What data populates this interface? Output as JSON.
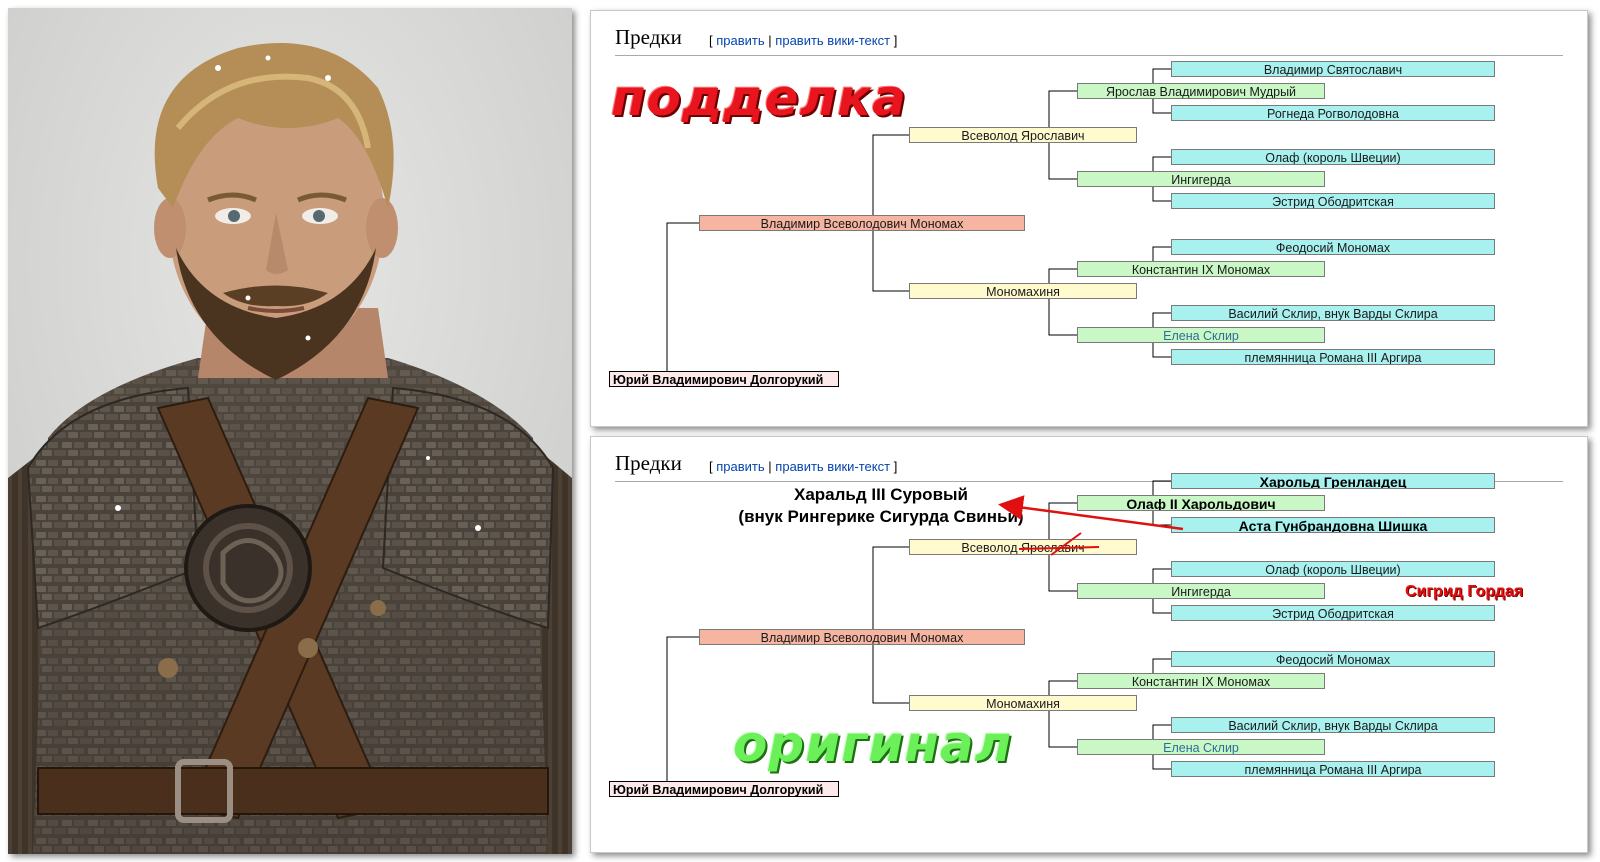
{
  "top_panel": {
    "title": "Предки",
    "edit_open": "[",
    "edit_link": "править",
    "edit_sep": "|",
    "edit_wiki": "править вики-текст",
    "edit_close": "]",
    "stamp": "подделка",
    "people": {
      "subject": "Юрий Владимирович Долгорукий",
      "father": "Владимир Всеволодович Мономах",
      "gf1": "Всеволод Ярославич",
      "gf2": "Мономахиня",
      "ggf1": "Ярослав Владимирович Мудрый",
      "ggf2": "Ингигерда",
      "ggf3": "Константин IX Мономах",
      "ggf4": "Елена Склир",
      "g1": "Владимир Святославич",
      "g2": "Рогнеда Рогволодовна",
      "g3": "Олаф (король Швеции)",
      "g4": "Эстрид Ободритская",
      "g5": "Феодосий Мономах",
      "g6": "Василий Склир, внук Варды Склира",
      "g7": "племянница Романа III Аргира"
    }
  },
  "bottom_panel": {
    "title": "Предки",
    "edit_open": "[",
    "edit_link": "править",
    "edit_sep": "|",
    "edit_wiki": "править вики-текст",
    "edit_close": "]",
    "stamp": "оригинал",
    "note_line1": "Харальд III Суровый",
    "note_line2": "(внук Рингерике Сигурда Свиньи)",
    "note_red": "Сигрид Гордая",
    "people": {
      "subject": "Юрий Владимирович Долгорукий",
      "father": "Владимир Всеволодович Мономах",
      "gf1": "Всеволод Ярославич",
      "gf2": "Мономахиня",
      "ggf1": "Олаф II Харольдович",
      "ggf2": "Ингигерда",
      "ggf3": "Константин IX Мономах",
      "ggf4": "Елена Склир",
      "g1": "Харольд Гренландец",
      "g2": "Аста Гунбрандовна Шишка",
      "g3": "Олаф (король Швеции)",
      "g4": "Эстрид Ободритская",
      "g5": "Феодосий Мономах",
      "g6": "Василий Склир, внук Варды Склира",
      "g7": "племянница Романа III Аргира"
    }
  },
  "colors": {
    "gen0": "#fde9ea",
    "gen1": "#f6b5a1",
    "gen2": "#fffbcf",
    "gen3": "#c9f8c6",
    "gen4": "#a9f1ef",
    "fake_stamp": "#e8141e",
    "orig_stamp": "#6cf05a",
    "arrow": "#e01010"
  }
}
